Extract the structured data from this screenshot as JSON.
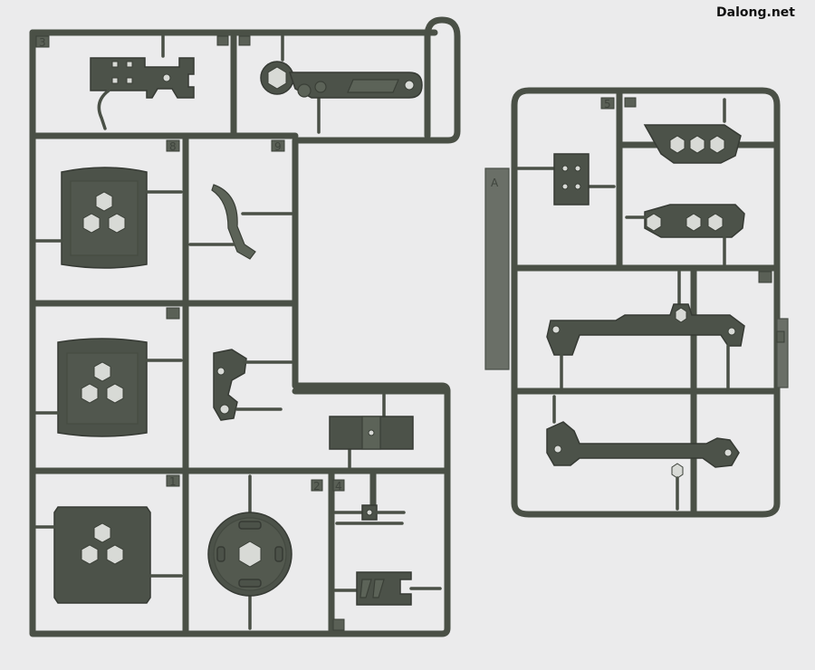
{
  "watermark": "Dalong.net",
  "colors": {
    "background": "#ebebec",
    "plastic": "#4c5249",
    "runner": "#4a5046"
  },
  "sprues": {
    "left": {
      "part_numbers": [
        "3",
        "8",
        "1",
        "9",
        "2",
        "4"
      ]
    },
    "right": {
      "letter": "A",
      "part_numbers": [
        "5"
      ]
    }
  }
}
